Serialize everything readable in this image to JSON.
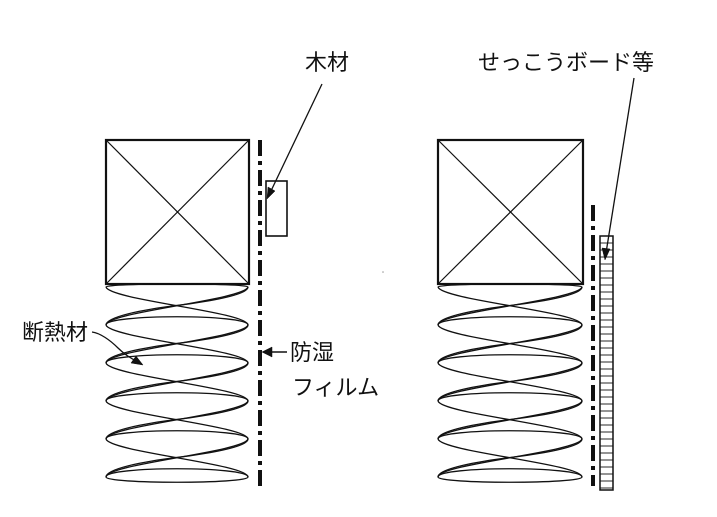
{
  "labels": {
    "wood": "木材",
    "gypsum_board": "せっこうボード等",
    "insulation": "断熱材",
    "vapor_barrier_line1": "防湿",
    "vapor_barrier_line2": "フィルム"
  },
  "colors": {
    "ink": "#111111",
    "background": "#ffffff"
  }
}
